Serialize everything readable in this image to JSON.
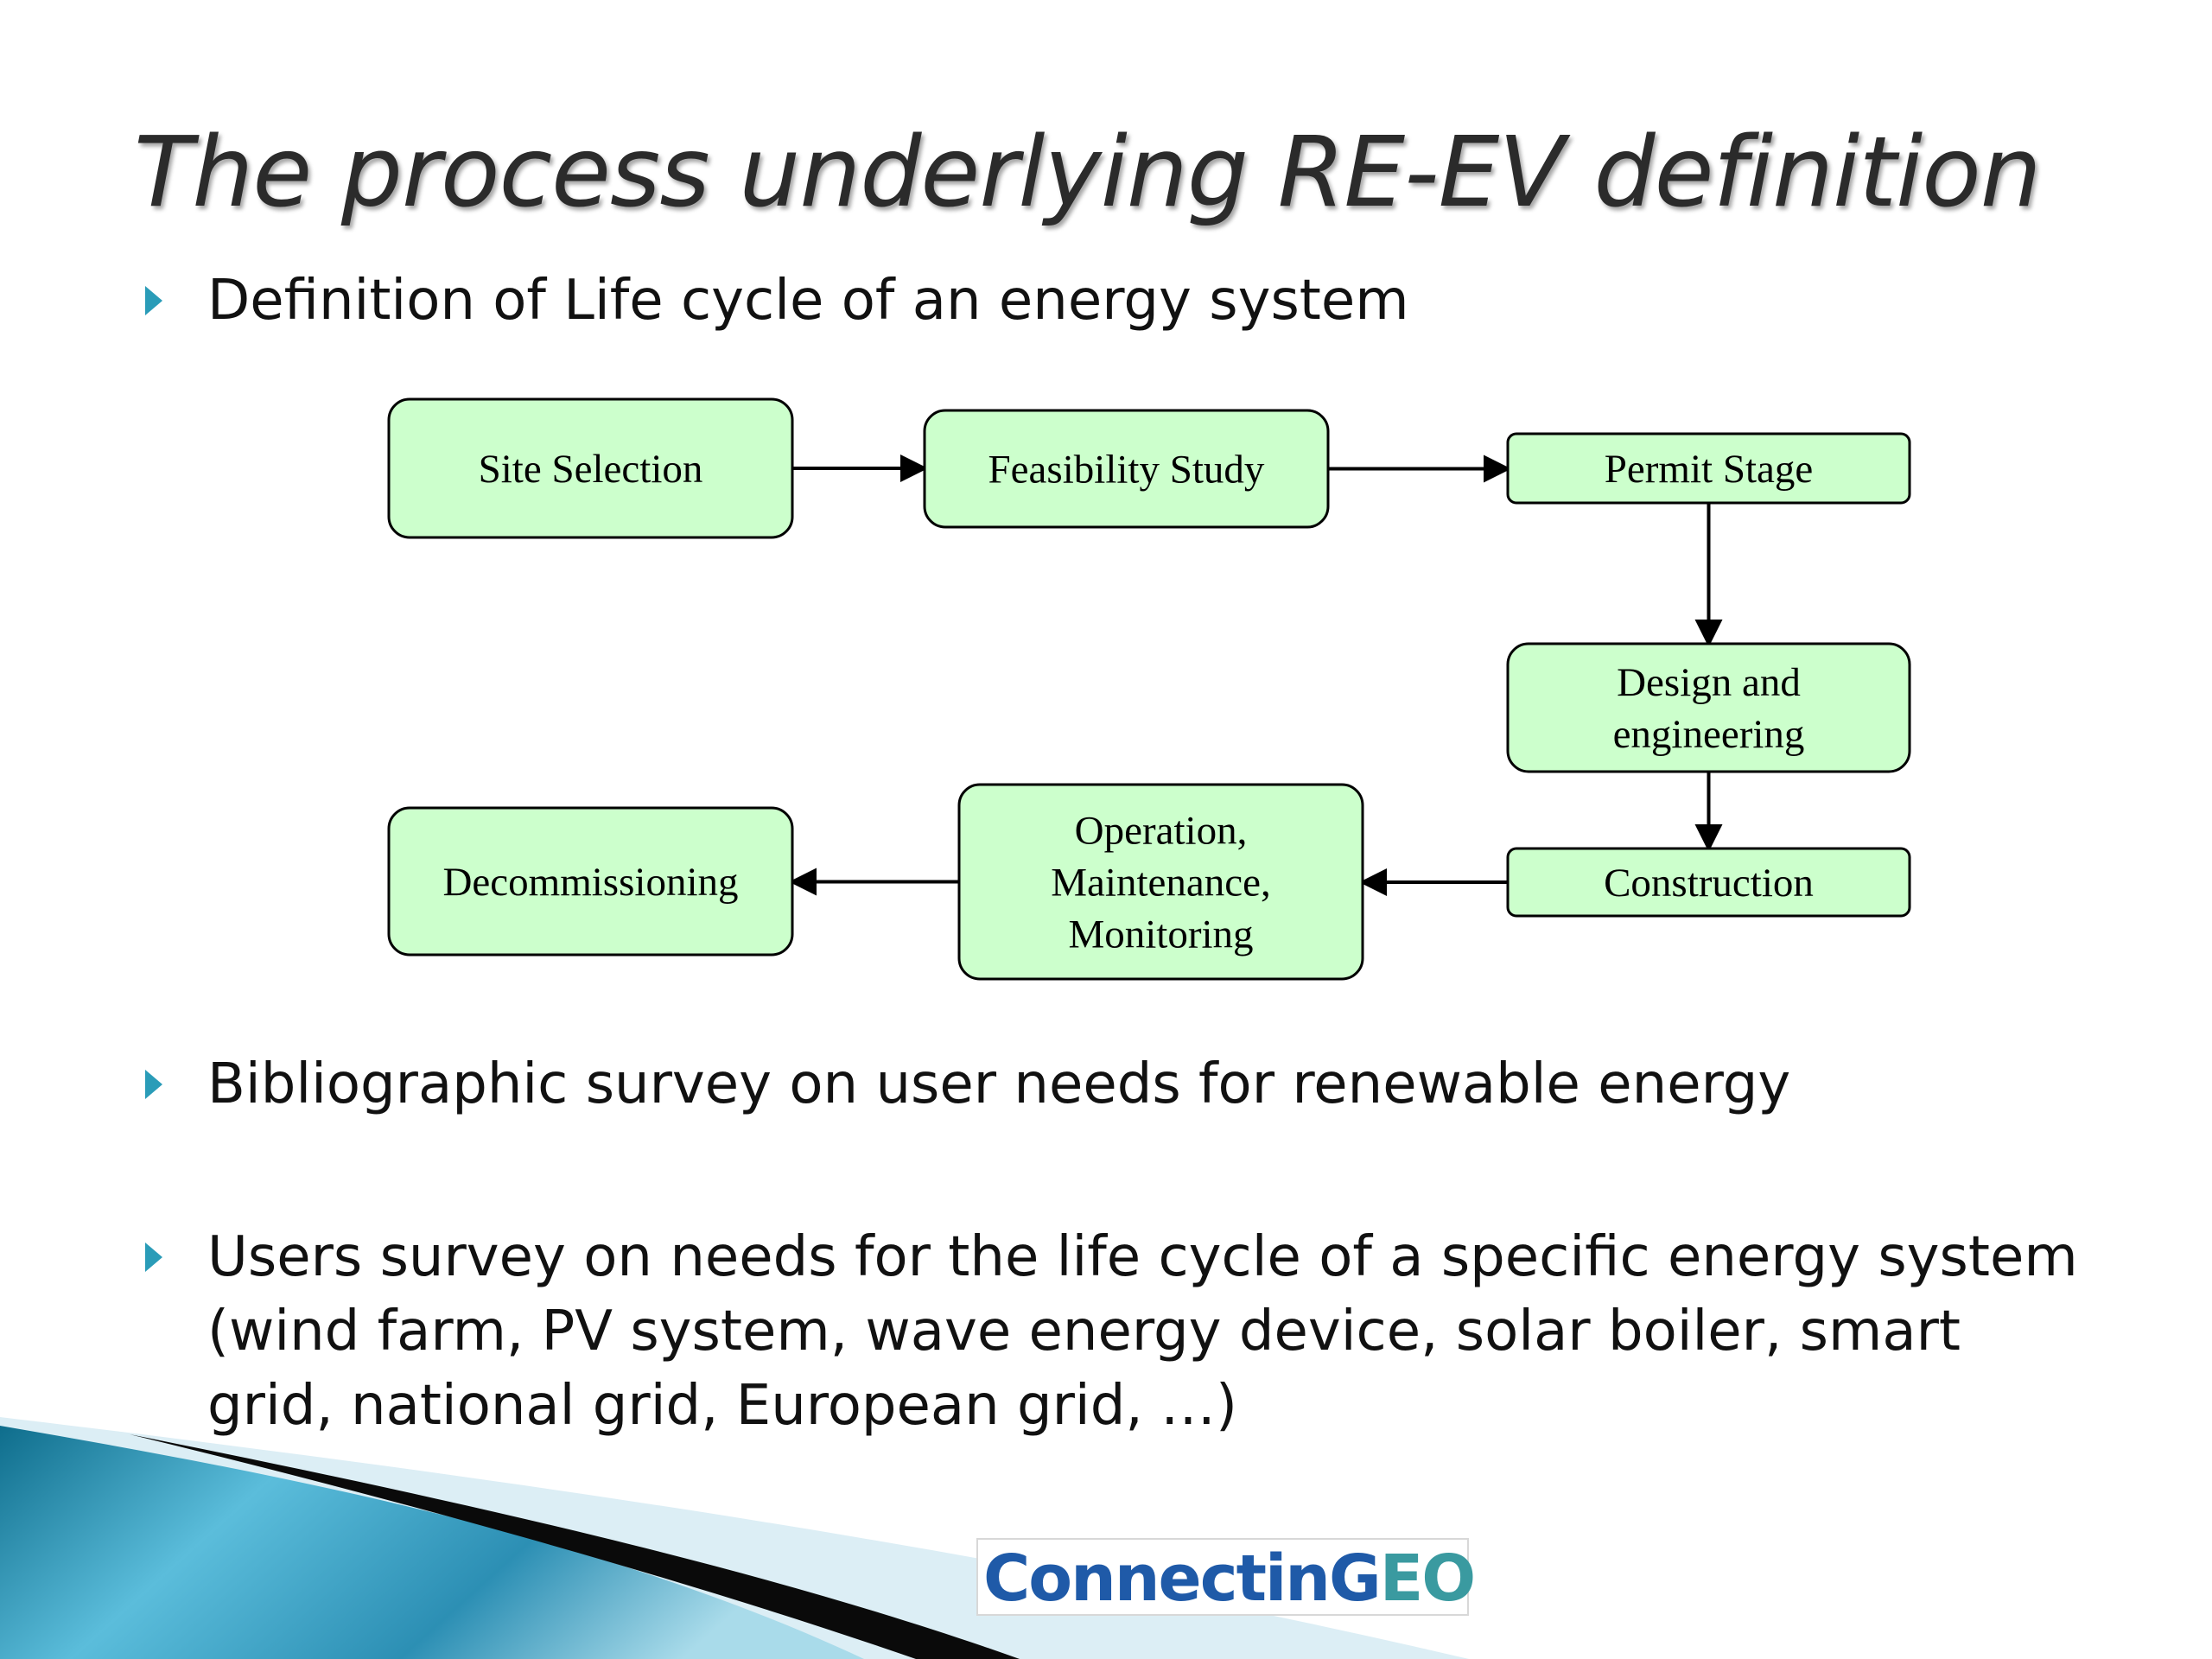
{
  "slide": {
    "title": "The process underlying RE-EV definition",
    "bullets": [
      "Definition of Life cycle of an energy system",
      "Bibliographic survey on user needs for renewable energy",
      "Users survey on needs for the life cycle of a specific energy system (wind farm, PV system, wave energy device, solar boiler, smart grid, national grid, European grid, …)"
    ],
    "bullet_color": "#2a9cb8"
  },
  "diagram": {
    "nodes": [
      {
        "id": "site-selection",
        "lines": [
          "Site Selection"
        ]
      },
      {
        "id": "feasibility-study",
        "lines": [
          "Feasibility Study"
        ]
      },
      {
        "id": "permit-stage",
        "lines": [
          "Permit Stage"
        ]
      },
      {
        "id": "design-engineering",
        "lines": [
          "Design and",
          "engineering"
        ]
      },
      {
        "id": "construction",
        "lines": [
          "Construction"
        ]
      },
      {
        "id": "operation",
        "lines": [
          "Operation,",
          "Maintenance,",
          "Monitoring"
        ]
      },
      {
        "id": "decommissioning",
        "lines": [
          "Decommissioning"
        ]
      }
    ],
    "edges": [
      {
        "from": "site-selection",
        "to": "feasibility-study"
      },
      {
        "from": "feasibility-study",
        "to": "permit-stage"
      },
      {
        "from": "permit-stage",
        "to": "design-engineering"
      },
      {
        "from": "design-engineering",
        "to": "construction"
      },
      {
        "from": "construction",
        "to": "operation"
      },
      {
        "from": "operation",
        "to": "decommissioning"
      }
    ],
    "node_fill": "#ccffcc"
  },
  "footer": {
    "logo_text": "ConnectinGEO",
    "logo_colors": {
      "primary": "#1f5aa8",
      "secondary": "#3a9aa0"
    }
  }
}
